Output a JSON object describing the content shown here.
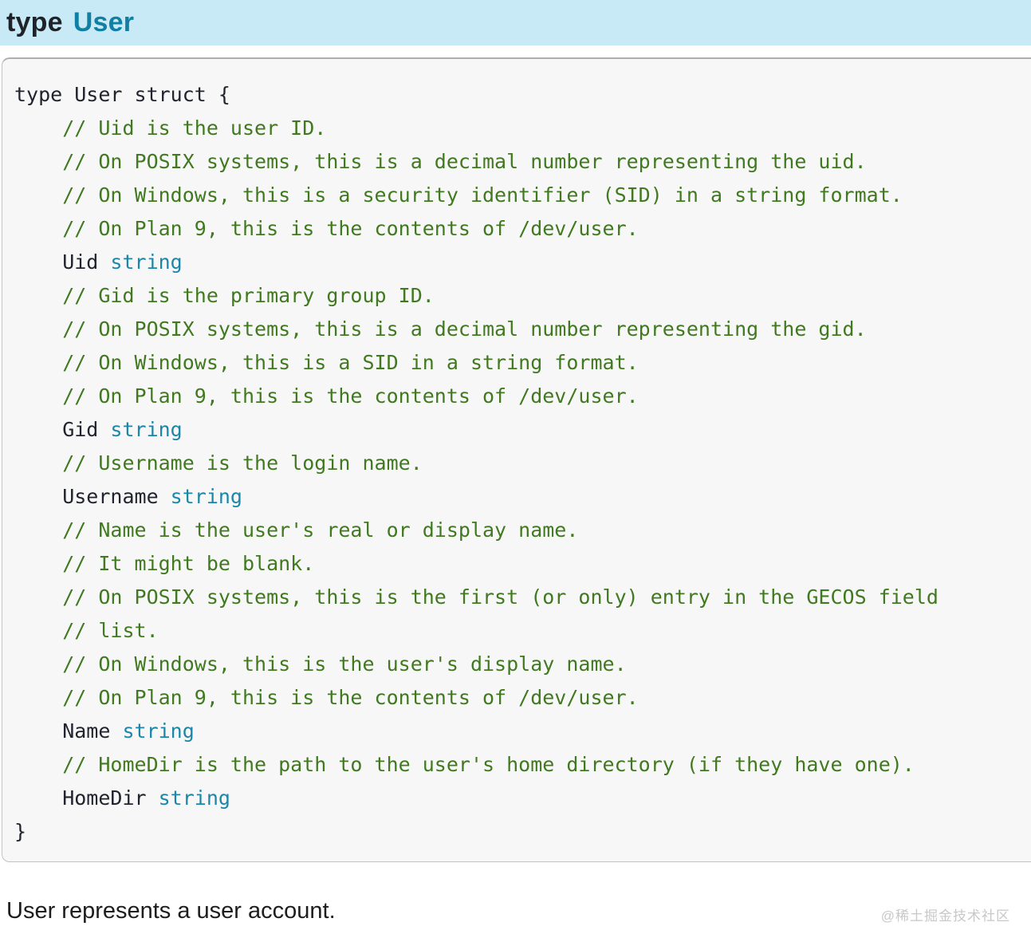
{
  "header": {
    "keyword": "type",
    "type_name": "User",
    "bg_color": "#c7eaf6",
    "keyword_color": "#1f2328",
    "type_color": "#0f7fa4"
  },
  "code": {
    "bg_color": "#f7f7f7",
    "colors": {
      "plain": "#21242e",
      "comment": "#40791f",
      "type": "#1b87a8"
    },
    "lines": [
      [
        {
          "t": "type User struct {",
          "c": "plain"
        }
      ],
      [
        {
          "t": "    // Uid is the user ID.",
          "c": "comment"
        }
      ],
      [
        {
          "t": "    // On POSIX systems, this is a decimal number representing the uid.",
          "c": "comment"
        }
      ],
      [
        {
          "t": "    // On Windows, this is a security identifier (SID) in a string format.",
          "c": "comment"
        }
      ],
      [
        {
          "t": "    // On Plan 9, this is the contents of /dev/user.",
          "c": "comment"
        }
      ],
      [
        {
          "t": "    Uid ",
          "c": "plain"
        },
        {
          "t": "string",
          "c": "type"
        }
      ],
      [
        {
          "t": "    // Gid is the primary group ID.",
          "c": "comment"
        }
      ],
      [
        {
          "t": "    // On POSIX systems, this is a decimal number representing the gid.",
          "c": "comment"
        }
      ],
      [
        {
          "t": "    // On Windows, this is a SID in a string format.",
          "c": "comment"
        }
      ],
      [
        {
          "t": "    // On Plan 9, this is the contents of /dev/user.",
          "c": "comment"
        }
      ],
      [
        {
          "t": "    Gid ",
          "c": "plain"
        },
        {
          "t": "string",
          "c": "type"
        }
      ],
      [
        {
          "t": "    // Username is the login name.",
          "c": "comment"
        }
      ],
      [
        {
          "t": "    Username ",
          "c": "plain"
        },
        {
          "t": "string",
          "c": "type"
        }
      ],
      [
        {
          "t": "    // Name is the user's real or display name.",
          "c": "comment"
        }
      ],
      [
        {
          "t": "    // It might be blank.",
          "c": "comment"
        }
      ],
      [
        {
          "t": "    // On POSIX systems, this is the first (or only) entry in the GECOS field",
          "c": "comment"
        }
      ],
      [
        {
          "t": "    // list.",
          "c": "comment"
        }
      ],
      [
        {
          "t": "    // On Windows, this is the user's display name.",
          "c": "comment"
        }
      ],
      [
        {
          "t": "    // On Plan 9, this is the contents of /dev/user.",
          "c": "comment"
        }
      ],
      [
        {
          "t": "    Name ",
          "c": "plain"
        },
        {
          "t": "string",
          "c": "type"
        }
      ],
      [
        {
          "t": "    // HomeDir is the path to the user's home directory (if they have one).",
          "c": "comment"
        }
      ],
      [
        {
          "t": "    HomeDir ",
          "c": "plain"
        },
        {
          "t": "string",
          "c": "type"
        }
      ],
      [
        {
          "t": "}",
          "c": "plain"
        }
      ]
    ]
  },
  "description": "User represents a user account.",
  "watermark": "@稀土掘金技术社区"
}
